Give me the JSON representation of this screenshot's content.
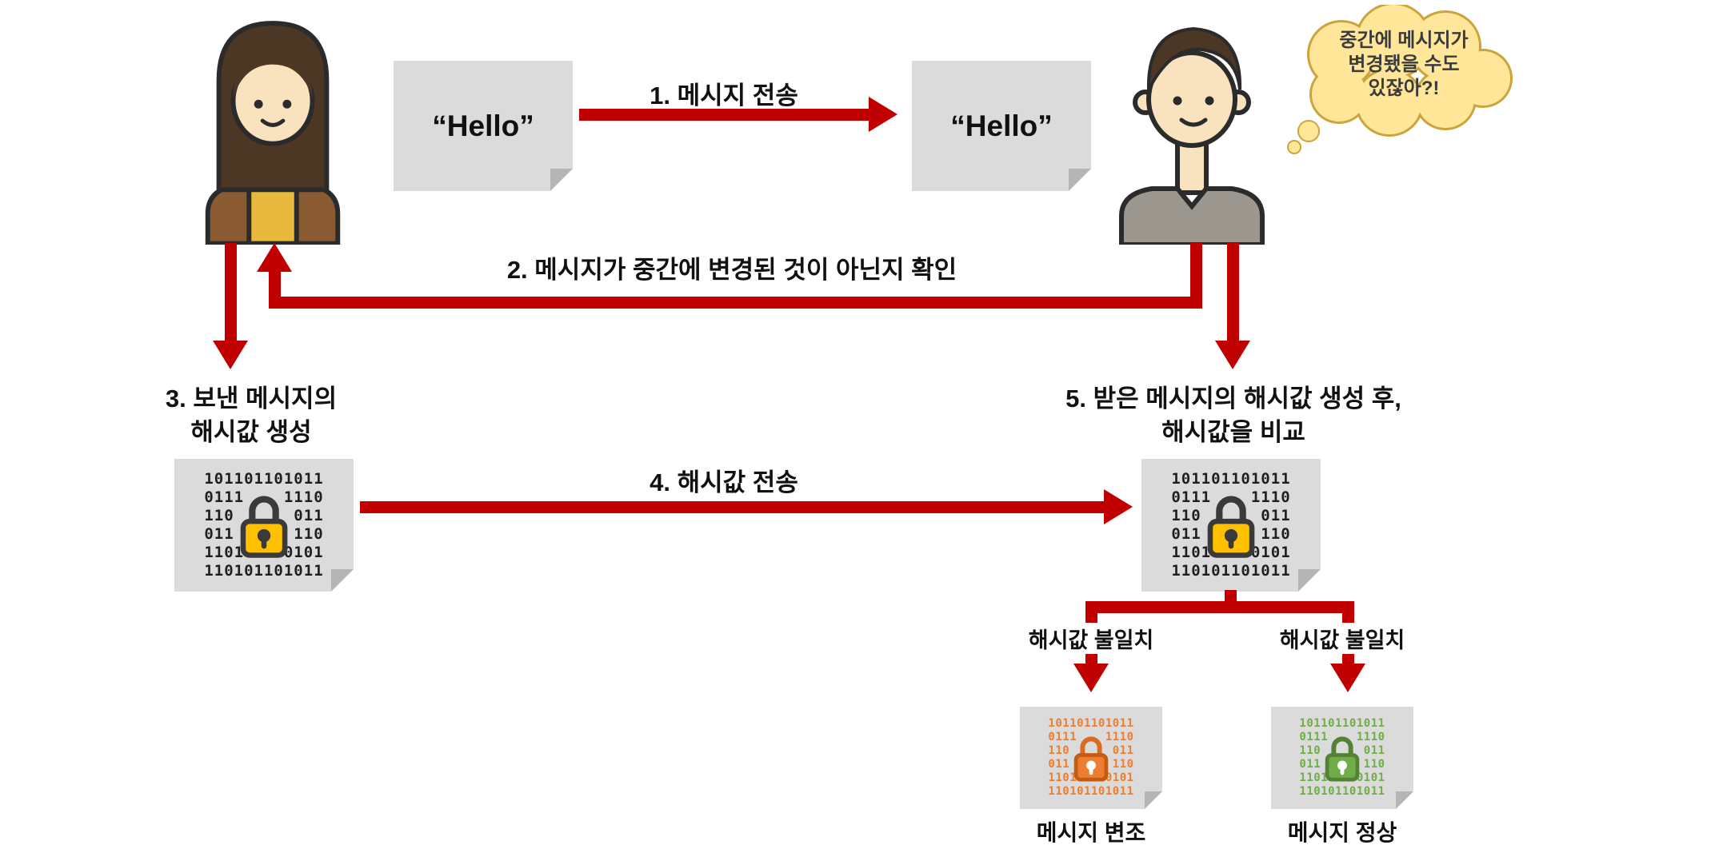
{
  "messages": {
    "left": "“Hello”",
    "right": "“Hello”"
  },
  "bubble": {
    "lines": [
      "중간에 메시지가",
      "변경됐을 수도",
      "있잖아?!"
    ]
  },
  "steps": {
    "s1": "1. 메시지 전송",
    "s2": "2. 메시지가 중간에 변경된 것이 아닌지 확인",
    "s3": [
      "3. 보낸 메시지의",
      "해시값 생성"
    ],
    "s4": "4. 해시값 전송",
    "s5": [
      "5. 받은 메시지의 해시값 생성 후,",
      "해시값을 비교"
    ]
  },
  "branches": {
    "left_label": "해시값 불일치",
    "right_label": "해시값 불일치",
    "left_result": "메시지 변조",
    "right_result": "메시지 정상"
  },
  "hash": {
    "rows": [
      "101101101011",
      "0111    1110",
      "110      011",
      "011      110",
      "1101    0101",
      "110101101011"
    ]
  },
  "icons": {
    "sender": "woman-avatar",
    "receiver": "man-avatar",
    "hash_doc": "padlock-binary-document",
    "message_doc": "paper-document",
    "bubble": "thought-bubble"
  },
  "colors": {
    "arrow": "#C00000",
    "ink": "#111111",
    "doc_bg": "#DBDBDB",
    "doc_fold": "#B5B5B5",
    "bubble_bg": "#FFE699",
    "bubble_border": "#CBA43C",
    "lock_body": "#FFC000",
    "lock_dark": "#3A3A3A",
    "binary": "#1F1F1F",
    "tamper": "#ED7D31",
    "ok": "#70AD47",
    "hair": "#4C3724",
    "skin": "#F9E2BE",
    "shirt_yellow": "#E8B93C",
    "vest_brown": "#8A5A33",
    "shirt_gray": "#9B968E"
  }
}
